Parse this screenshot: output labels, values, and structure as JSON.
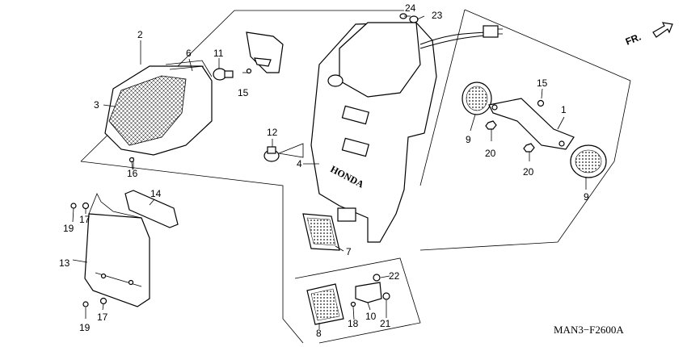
{
  "diagram": {
    "code": "MAN3−F2600A",
    "direction_label": "FR.",
    "brand_text": "HONDA",
    "part_labels": [
      {
        "id": "p1",
        "text": "1"
      },
      {
        "id": "p2",
        "text": "2"
      },
      {
        "id": "p3",
        "text": "3"
      },
      {
        "id": "p4",
        "text": "4"
      },
      {
        "id": "p6",
        "text": "6"
      },
      {
        "id": "p7",
        "text": "7"
      },
      {
        "id": "p8",
        "text": "8"
      },
      {
        "id": "p9a",
        "text": "9"
      },
      {
        "id": "p9b",
        "text": "9"
      },
      {
        "id": "p10",
        "text": "10"
      },
      {
        "id": "p11",
        "text": "11"
      },
      {
        "id": "p12",
        "text": "12"
      },
      {
        "id": "p13",
        "text": "13"
      },
      {
        "id": "p14",
        "text": "14"
      },
      {
        "id": "p15a",
        "text": "15"
      },
      {
        "id": "p15b",
        "text": "15"
      },
      {
        "id": "p16",
        "text": "16"
      },
      {
        "id": "p17a",
        "text": "17"
      },
      {
        "id": "p17b",
        "text": "17"
      },
      {
        "id": "p18",
        "text": "18"
      },
      {
        "id": "p19a",
        "text": "19"
      },
      {
        "id": "p19b",
        "text": "19"
      },
      {
        "id": "p20a",
        "text": "20"
      },
      {
        "id": "p20b",
        "text": "20"
      },
      {
        "id": "p21",
        "text": "21"
      },
      {
        "id": "p22",
        "text": "22"
      },
      {
        "id": "p23",
        "text": "23"
      },
      {
        "id": "p24",
        "text": "24"
      }
    ]
  }
}
